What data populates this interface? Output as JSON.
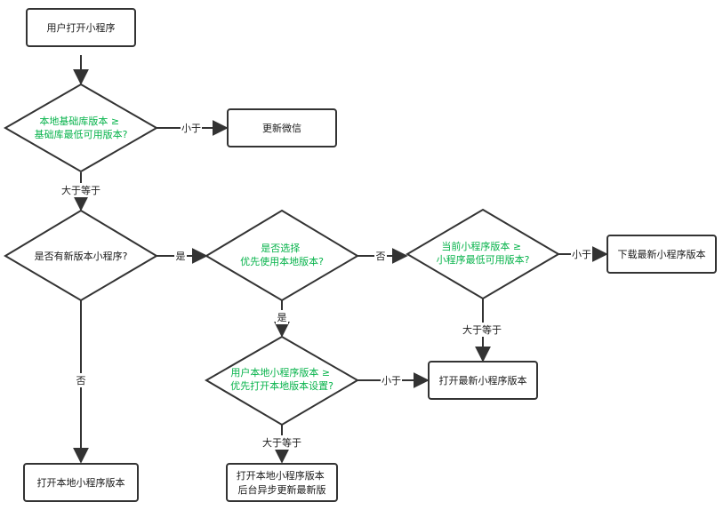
{
  "colors": {
    "stroke": "#333333",
    "node_text": "#1a1a1a",
    "condition_text": "#07b34b",
    "background": "#ffffff"
  },
  "nodes": {
    "start": {
      "lines": [
        "用户打开小程序"
      ]
    },
    "update_wechat": {
      "lines": [
        "更新微信"
      ]
    },
    "open_local": {
      "lines": [
        "打开本地小程序版本"
      ]
    },
    "download_latest": {
      "lines": [
        "下载最新小程序版本"
      ]
    },
    "open_latest": {
      "lines": [
        "打开最新小程序版本"
      ]
    },
    "open_local_async": {
      "lines": [
        "打开本地小程序版本",
        "后台异步更新最新版"
      ]
    },
    "d_base_lib": {
      "lines": [
        "本地基础库版本 ≥",
        "基础库最低可用版本?"
      ]
    },
    "d_new_version": {
      "lines": [
        "是否有新版本小程序?"
      ]
    },
    "d_prefer_local": {
      "lines": [
        "是否选择",
        "优先使用本地版本?"
      ]
    },
    "d_current_min": {
      "lines": [
        "当前小程序版本 ≥",
        "小程序最低可用版本?"
      ]
    },
    "d_user_local": {
      "lines": [
        "用户本地小程序版本 ≥",
        "优先打开本地版本设置?"
      ]
    }
  },
  "edge_labels": {
    "less_than": "小于",
    "greater_equal": "大于等于",
    "yes": "是",
    "no": "否"
  }
}
